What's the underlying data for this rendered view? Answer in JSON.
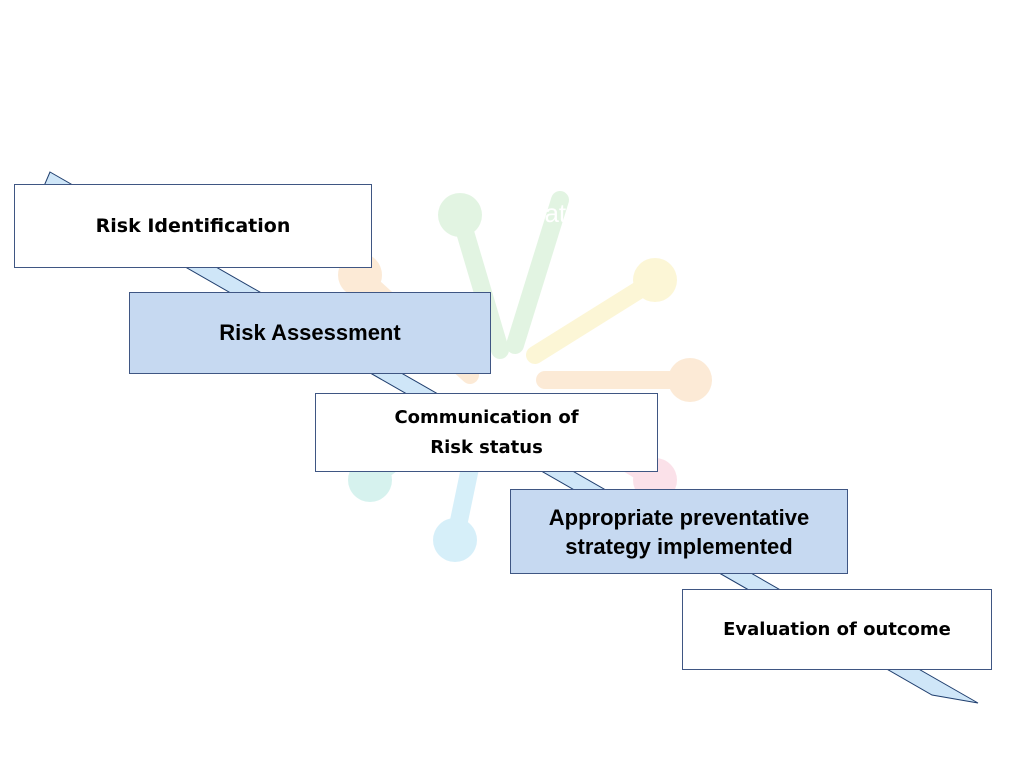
{
  "diagram": {
    "steps": [
      {
        "label": "Risk Identification",
        "style": "white"
      },
      {
        "label": "Risk Assessment",
        "style": "blue"
      },
      {
        "label": "Communication of\nRisk status",
        "style": "white"
      },
      {
        "label": "Appropriate preventative\nstrategy implemented",
        "style": "blue"
      },
      {
        "label": "Evaluation of outcome",
        "style": "white"
      }
    ],
    "colors": {
      "ribbon_fill": "#cfe6f8",
      "ribbon_stroke": "#1f3e6e",
      "box_border": "#3f5683",
      "box_blue": "#c6d9f1",
      "box_white": "#ffffff"
    }
  },
  "watermark": {
    "text": "nat",
    "icon": "starburst-watermark-icon"
  }
}
